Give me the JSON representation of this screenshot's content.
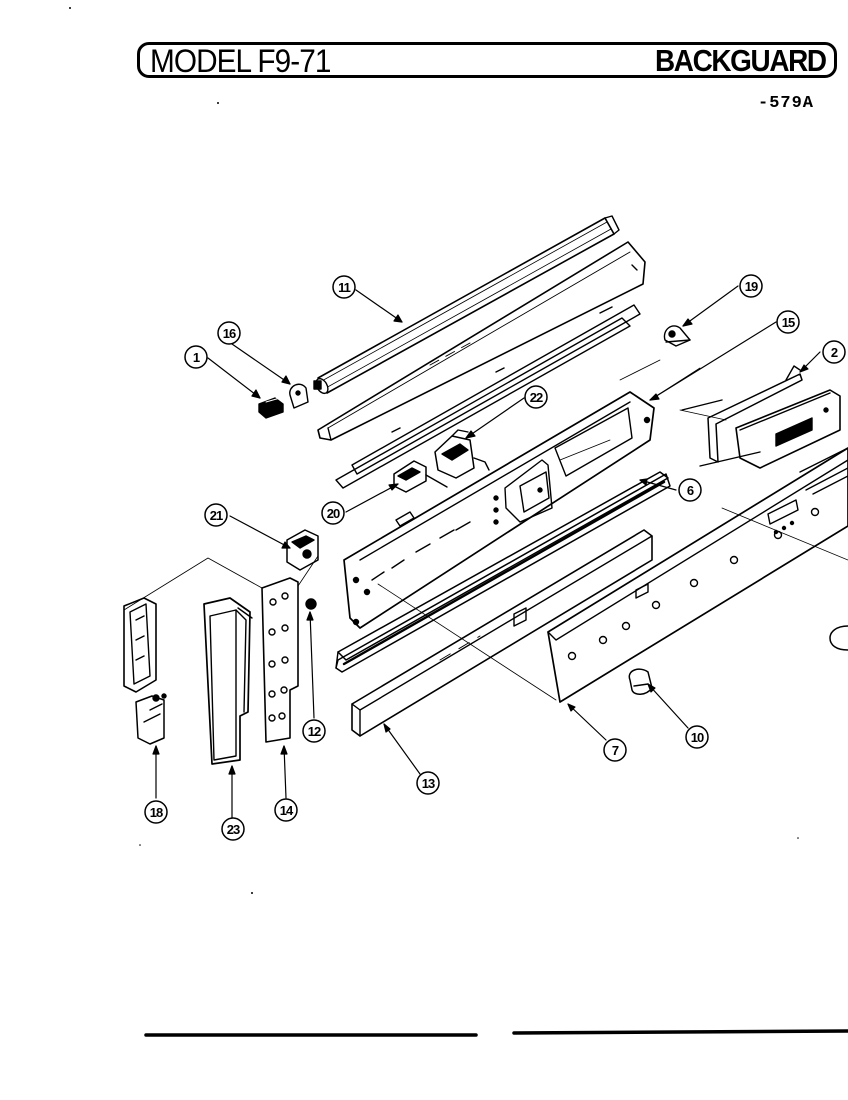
{
  "header": {
    "model": "MODEL F9-71",
    "section": "BACKGUARD",
    "page_ref": "-579A"
  },
  "callouts": [
    "1",
    "16",
    "11",
    "19",
    "15",
    "2",
    "22",
    "6",
    "20",
    "21",
    "12",
    "7",
    "10",
    "13",
    "18",
    "23",
    "14"
  ]
}
